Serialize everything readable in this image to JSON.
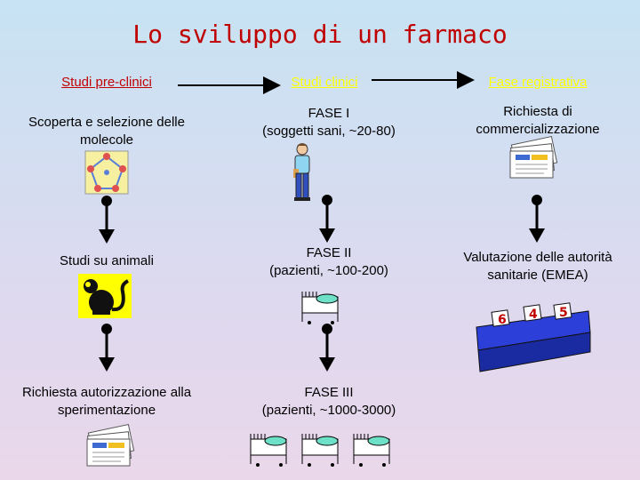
{
  "title": "Lo sviluppo di un farmaco",
  "columns": [
    {
      "header": "Studi pre-clinici",
      "header_color": "#c00000"
    },
    {
      "header": "Studi clinici",
      "header_color": "#ffff00"
    },
    {
      "header": "Fase registrativa",
      "header_color": "#ffff00"
    }
  ],
  "preclinical": {
    "step1": "Scoperta e selezione delle molecole",
    "step2": "Studi su animali",
    "step3": "Richiesta autorizzazione alla sperimentazione"
  },
  "clinical": {
    "phase1": {
      "name": "FASE I",
      "desc": "(soggetti sani, ~20-80)"
    },
    "phase2": {
      "name": "FASE II",
      "desc": "(pazienti, ~100-200)"
    },
    "phase3": {
      "name": "FASE III",
      "desc": "(pazienti, ~1000-3000)"
    }
  },
  "registration": {
    "step1": "Richiesta di commercializzazione",
    "step2": "Valutazione delle autorità sanitarie (EMEA)"
  },
  "score_cards": [
    "6",
    "4",
    "5"
  ],
  "colors": {
    "title": "#c00000",
    "arrow": "#000000",
    "highlight": "#ffff00"
  }
}
